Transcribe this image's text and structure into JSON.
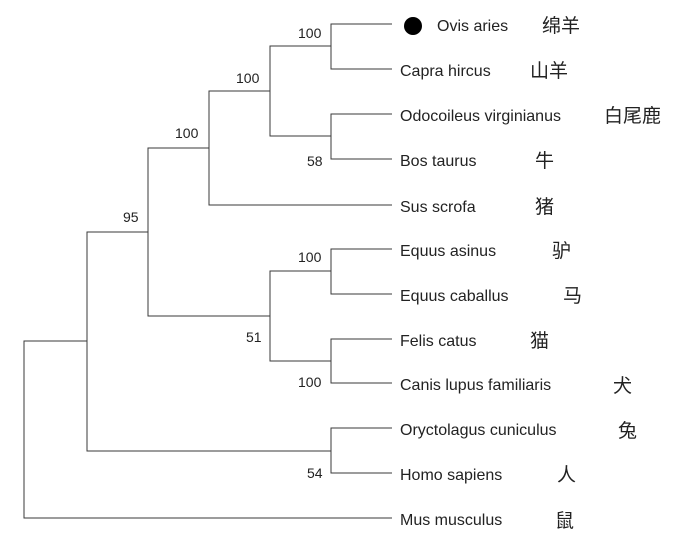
{
  "tree": {
    "marker_color": "#000000",
    "line_color": "#3a3a3a",
    "taxa": [
      {
        "id": "ovis",
        "latin": "Ovis aries",
        "chinese": "绵羊",
        "marked": true
      },
      {
        "id": "capra",
        "latin": "Capra hircus",
        "chinese": "山羊"
      },
      {
        "id": "odocoileus",
        "latin": "Odocoileus virginianus",
        "chinese": "白尾鹿"
      },
      {
        "id": "bos",
        "latin": "Bos taurus",
        "chinese": "牛"
      },
      {
        "id": "sus",
        "latin": "Sus scrofa",
        "chinese": "猪"
      },
      {
        "id": "asinus",
        "latin": "Equus asinus",
        "chinese": "驴"
      },
      {
        "id": "caballus",
        "latin": "Equus caballus",
        "chinese": "马"
      },
      {
        "id": "felis",
        "latin": "Felis catus",
        "chinese": "猫"
      },
      {
        "id": "canis",
        "latin": "Canis lupus familiaris",
        "chinese": "犬"
      },
      {
        "id": "oryctolagus",
        "latin": "Oryctolagus cuniculus",
        "chinese": "兔"
      },
      {
        "id": "homo",
        "latin": "Homo sapiens",
        "chinese": "人"
      },
      {
        "id": "mus",
        "latin": "Mus musculus",
        "chinese": "鼠"
      }
    ],
    "support_values": [
      {
        "id": "ovis_capra",
        "value": "100"
      },
      {
        "id": "caprini_odocoileus_bos",
        "value": "100"
      },
      {
        "id": "odocoileus_bos",
        "value": "58"
      },
      {
        "id": "ruminant_sus",
        "value": "100"
      },
      {
        "id": "equus",
        "value": "100"
      },
      {
        "id": "felis_canis",
        "value": "100"
      },
      {
        "id": "equus_carnivora",
        "value": "51"
      },
      {
        "id": "laurasiatheria",
        "value": "95"
      },
      {
        "id": "oryctolagus_homo",
        "value": "54"
      }
    ]
  }
}
